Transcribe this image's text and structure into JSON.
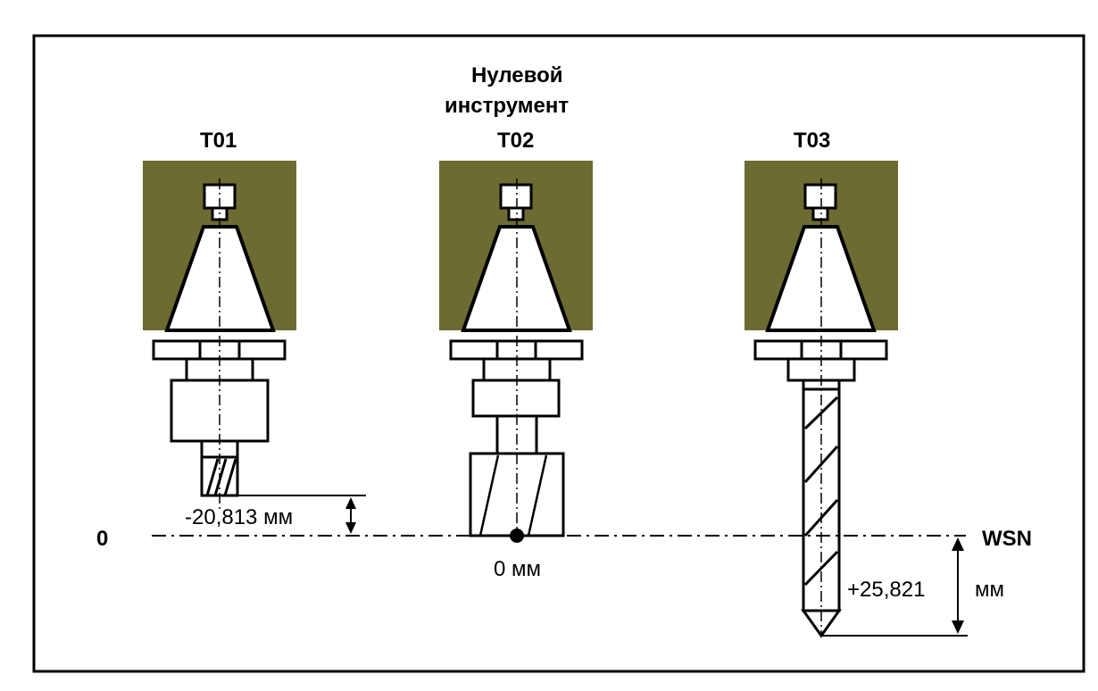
{
  "title": {
    "line1": "Нулевой",
    "line2": "инструмент"
  },
  "tools": [
    {
      "label": "T01"
    },
    {
      "label": "T02"
    },
    {
      "label": "T03"
    }
  ],
  "zero_label": "0",
  "reference_label": "WSN",
  "dimensions": {
    "t01_offset": "-20,813 мм",
    "t02_offset": "0 мм",
    "t03_offset_value": "+25,821",
    "t03_offset_unit": "мм"
  },
  "colors": {
    "spindle": "#6b6b32",
    "outline": "#000000",
    "background": "#ffffff"
  }
}
